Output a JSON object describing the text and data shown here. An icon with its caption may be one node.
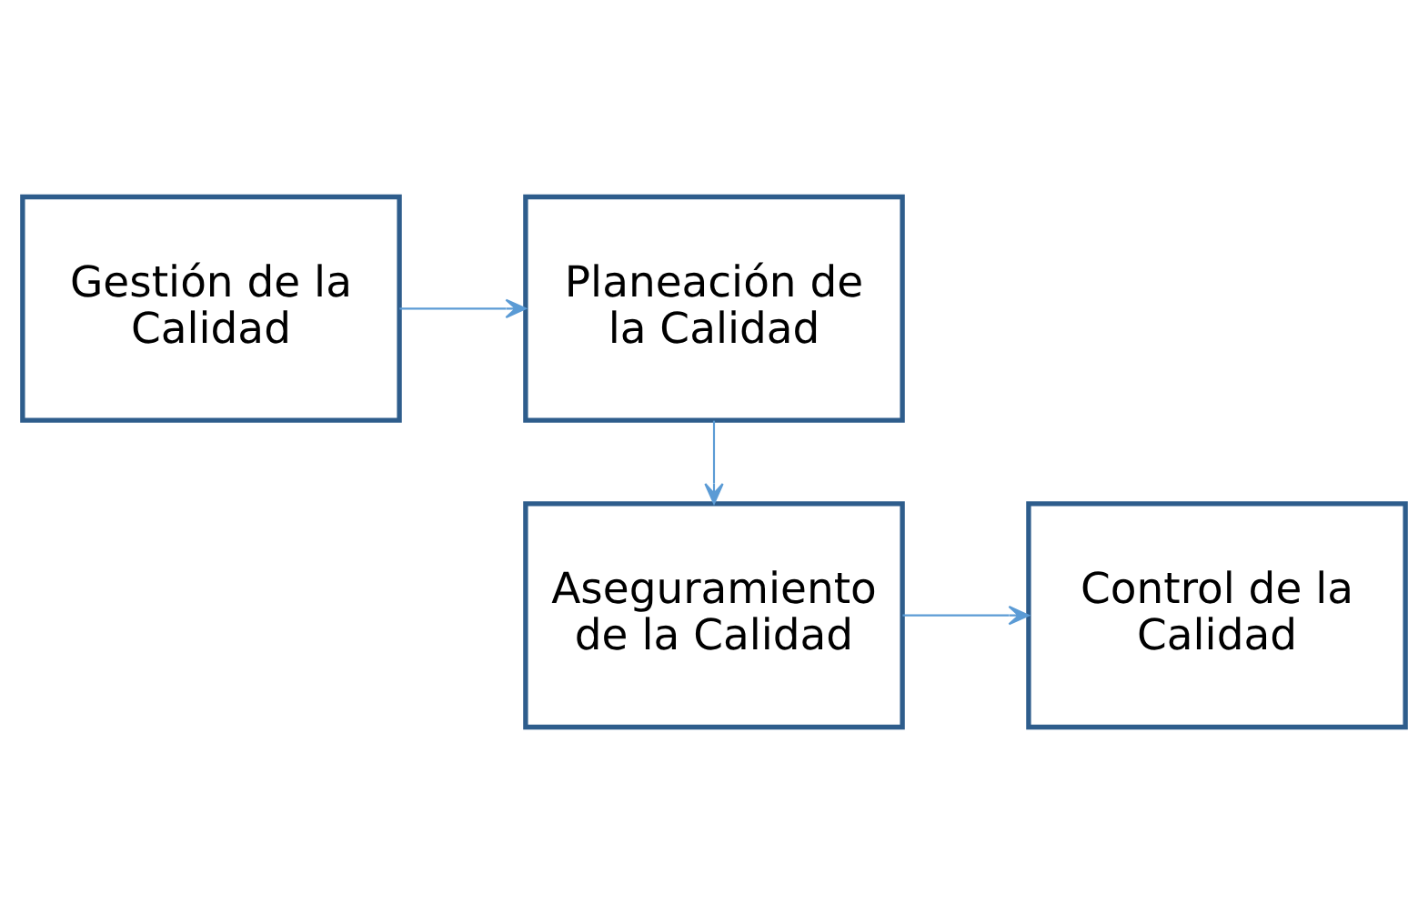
{
  "diagram": {
    "nodes": [
      {
        "text": [
          "Gestión de la Calidad"
        ]
      },
      {
        "text": [
          "Planeación de la Calidad"
        ]
      },
      {
        "text": [
          "Aseguramiento de la Calidad"
        ]
      },
      {
        "text": [
          "Control de la Calidad"
        ]
      }
    ],
    "edges": [
      {
        "from": 0,
        "to": 1,
        "arrow": "to"
      },
      {
        "from": 1,
        "to": 2,
        "arrow": "to"
      },
      {
        "from": 2,
        "to": 3,
        "arrow": "to"
      }
    ]
  }
}
